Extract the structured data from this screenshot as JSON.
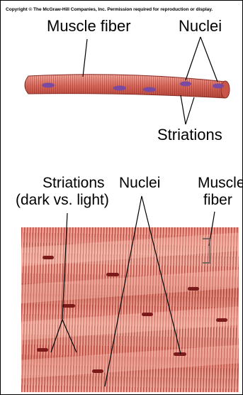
{
  "copyright": "Copyright © The McGraw-Hill Companies, Inc. Permission required for reproduction or display.",
  "top": {
    "muscle_fiber_label": "Muscle fiber",
    "nuclei_label": "Nuclei",
    "striations_label": "Striations"
  },
  "bottom": {
    "striations_label_line1": "Striations",
    "striations_label_line2": "(dark vs. light)",
    "nuclei_label": "Nuclei",
    "muscle_fiber_label_line1": "Muscle",
    "muscle_fiber_label_line2": "fiber"
  },
  "colors": {
    "fiber_fill": "#e0786a",
    "nucleus": "#7a4aa0",
    "tissue": "#e88676"
  }
}
